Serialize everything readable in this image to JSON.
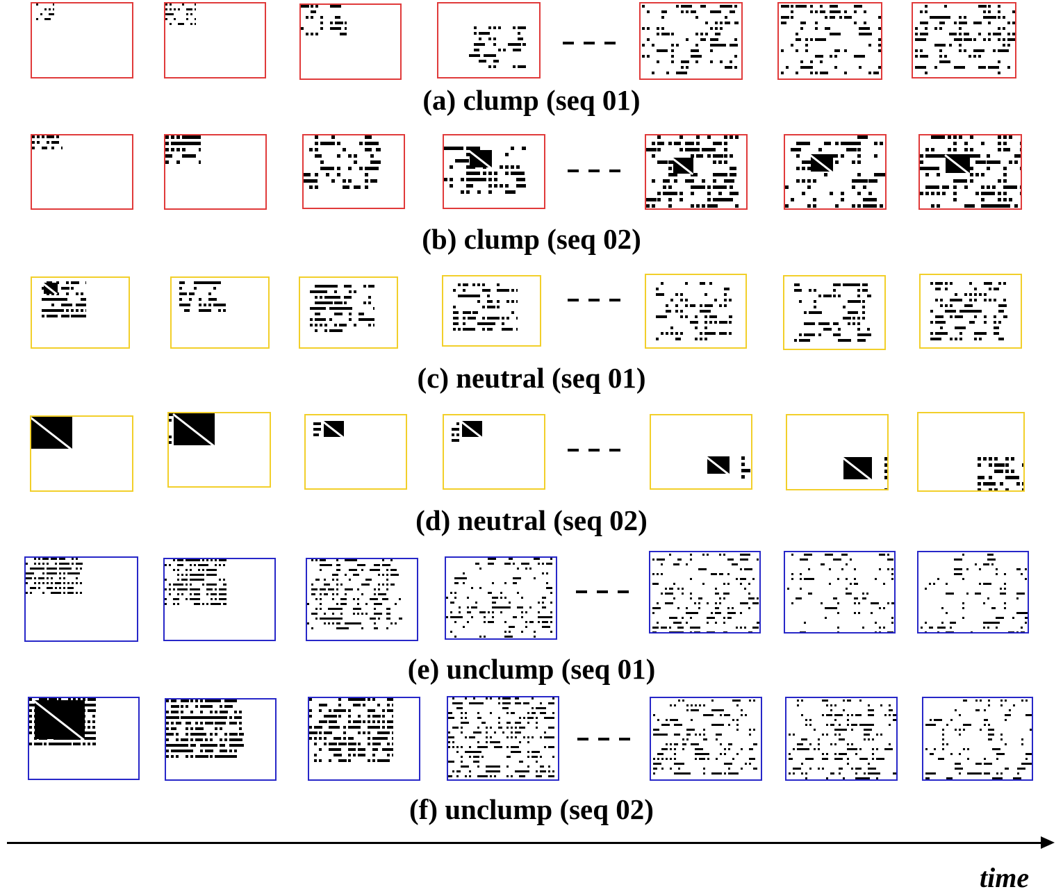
{
  "colors": {
    "clump": "#e03a3a",
    "neutral": "#f2cf2a",
    "unclump": "#2727c8"
  },
  "rows": [
    {
      "caption": "(a) clump (seq 01)",
      "category": "clump"
    },
    {
      "caption": "(b) clump (seq 02)",
      "category": "clump"
    },
    {
      "caption": "(c) neutral (seq 01)",
      "category": "neutral"
    },
    {
      "caption": "(d) neutral (seq 02)",
      "category": "neutral"
    },
    {
      "caption": "(e) unclump (seq 01)",
      "category": "unclump"
    },
    {
      "caption": "(f) unclump (seq 02)",
      "category": "unclump"
    }
  ],
  "axis": {
    "label": "time"
  }
}
